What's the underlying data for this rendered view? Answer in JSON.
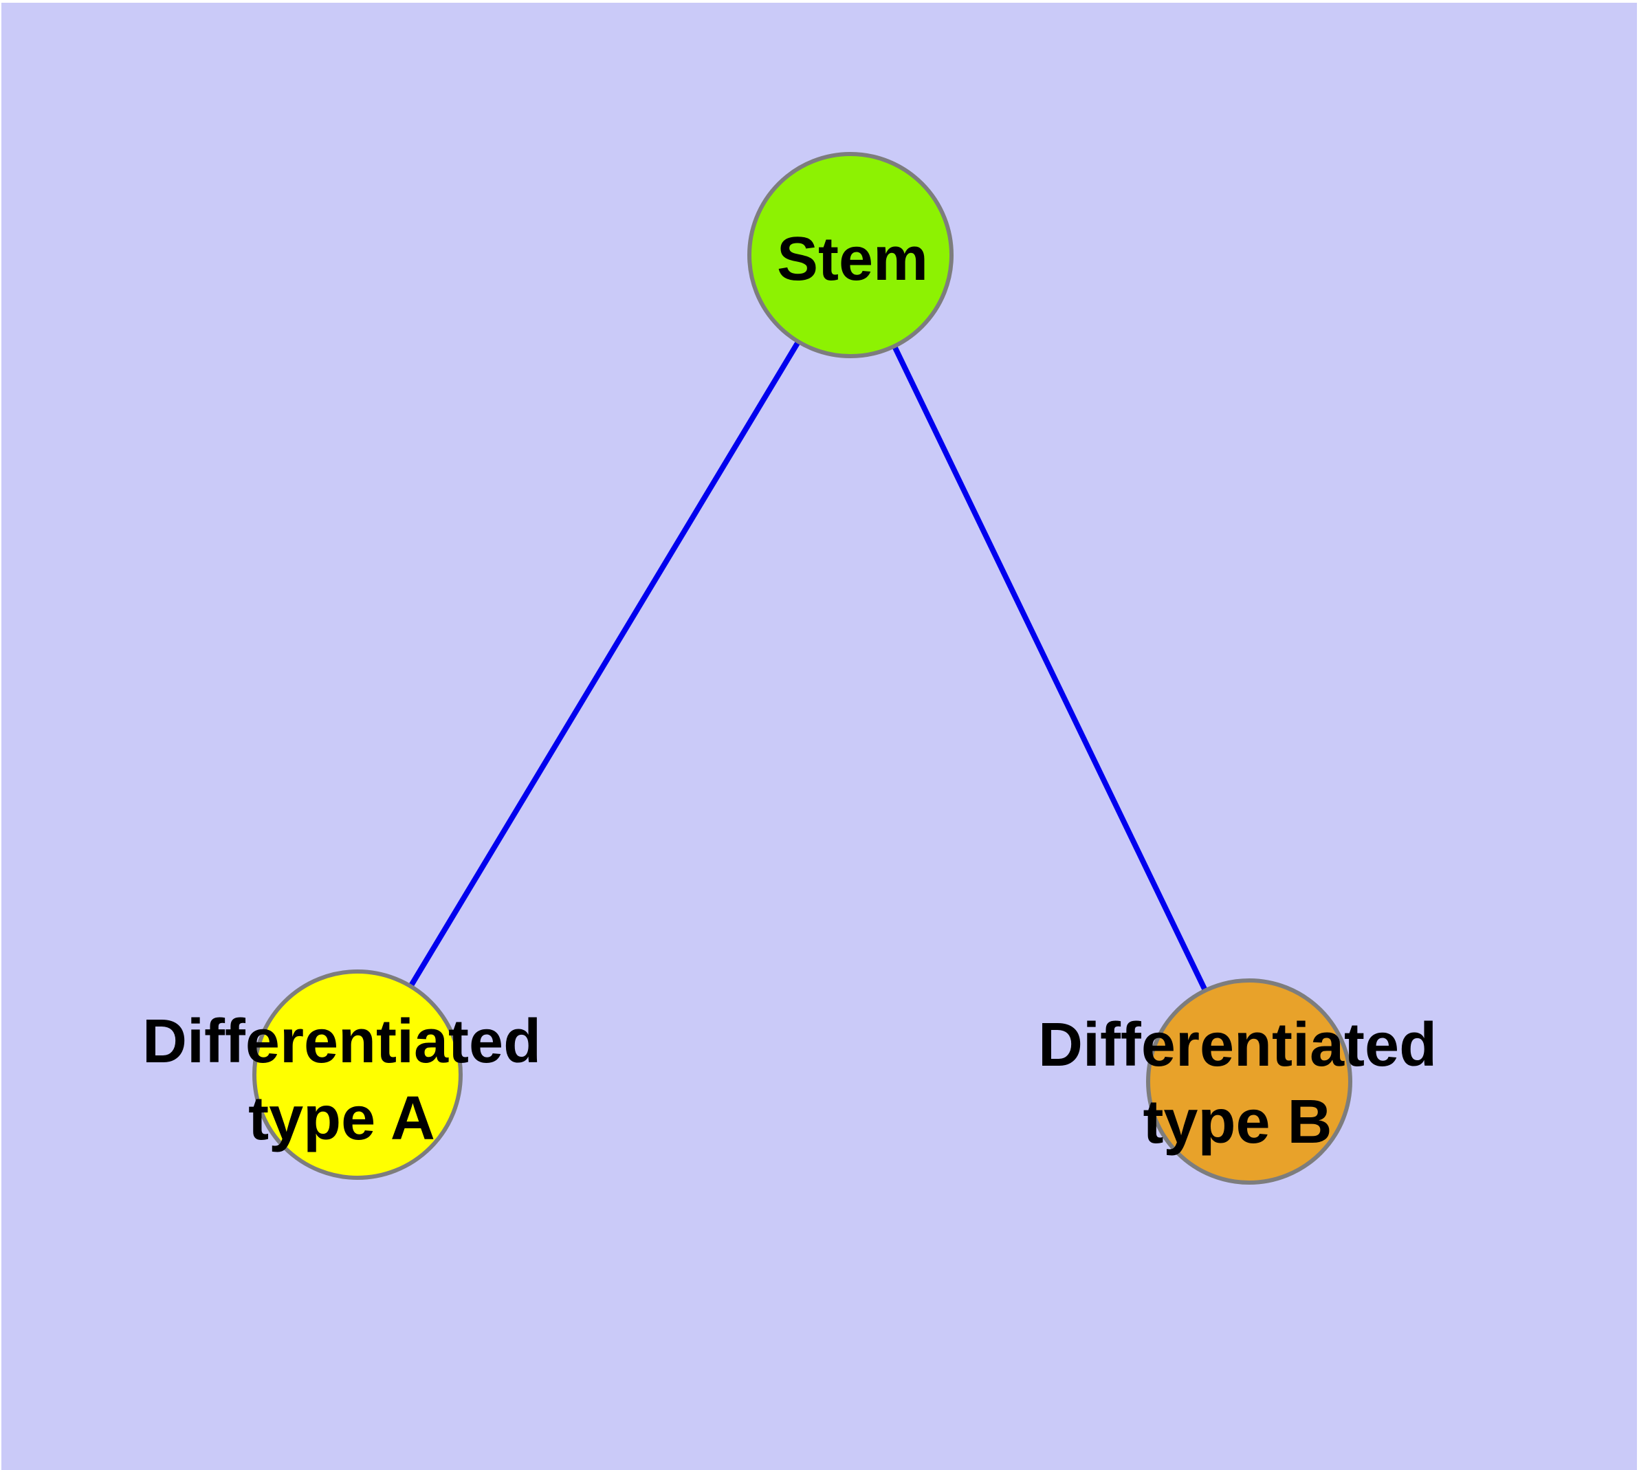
{
  "graph": {
    "background_color": "#CACAF8",
    "page_margin_color": "#FFFFFF",
    "edge_color": "#0000EE",
    "node_border_color": "#7D7D7D",
    "text_color": "#000000",
    "nodes": [
      {
        "id": "stem",
        "label": "Stem",
        "color": "#8DF202"
      },
      {
        "id": "differentiated-type-a",
        "label": "Differentiated type A",
        "label_line1": "Differentiated",
        "label_line2": "type A",
        "color": "#FFFF00"
      },
      {
        "id": "differentiated-type-b",
        "label": "Differentiated type B",
        "label_line1": "Differentiated",
        "label_line2": "type B",
        "color": "#E8A22A"
      }
    ],
    "edges": [
      {
        "from": "stem",
        "to": "differentiated-type-a"
      },
      {
        "from": "stem",
        "to": "differentiated-type-b"
      }
    ]
  }
}
